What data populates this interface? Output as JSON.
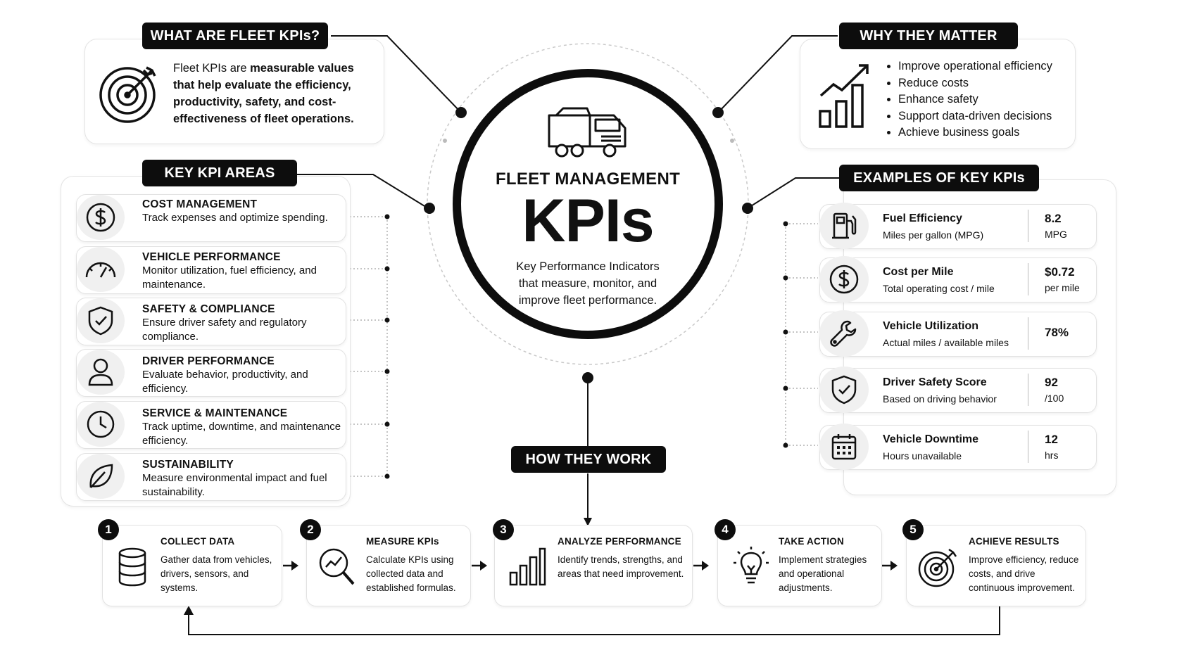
{
  "what": {
    "heading": "WHAT ARE FLEET KPIs?",
    "body_pre": "Fleet KPIs are ",
    "body_bold": "measurable values that help evaluate the efficiency, productivity, safety, and cost-effectiveness of fleet operations.",
    "icon": "target-icon"
  },
  "why": {
    "heading": "WHY THEY MATTER",
    "bullets": [
      "Improve operational efficiency",
      "Reduce costs",
      "Enhance safety",
      "Support data-driven decisions",
      "Achieve business goals"
    ],
    "icon": "growth-chart-icon"
  },
  "center": {
    "subtitle": "FLEET MANAGEMENT",
    "title": "KPIs",
    "description": "Key Performance Indicators that measure, monitor, and improve fleet performance.",
    "icon": "truck-icon"
  },
  "areas": {
    "heading": "KEY KPI AREAS",
    "items": [
      {
        "title": "COST MANAGEMENT",
        "desc": "Track expenses and optimize spending.",
        "icon": "dollar-icon"
      },
      {
        "title": "VEHICLE PERFORMANCE",
        "desc": "Monitor utilization, fuel efficiency, and maintenance.",
        "icon": "gauge-icon"
      },
      {
        "title": "SAFETY & COMPLIANCE",
        "desc": "Ensure driver safety and regulatory compliance.",
        "icon": "shield-check-icon"
      },
      {
        "title": "DRIVER PERFORMANCE",
        "desc": "Evaluate behavior, productivity, and efficiency.",
        "icon": "person-icon"
      },
      {
        "title": "SERVICE & MAINTENANCE",
        "desc": "Track uptime, downtime, and maintenance efficiency.",
        "icon": "clock-icon"
      },
      {
        "title": "SUSTAINABILITY",
        "desc": "Measure environmental impact and fuel sustainability.",
        "icon": "leaf-icon"
      }
    ]
  },
  "examples": {
    "heading": "EXAMPLES OF KEY KPIs",
    "items": [
      {
        "title": "Fuel Efficiency",
        "desc": "Miles per gallon (MPG)",
        "value": "8.2",
        "unit": "MPG",
        "icon": "fuel-pump-icon"
      },
      {
        "title": "Cost per Mile",
        "desc": "Total operating cost / mile",
        "value": "$0.72",
        "unit": "per mile",
        "icon": "dollar-icon"
      },
      {
        "title": "Vehicle Utilization",
        "desc": "Actual miles / available miles",
        "value": "78%",
        "unit": "",
        "icon": "wrench-icon"
      },
      {
        "title": "Driver Safety Score",
        "desc": "Based on driving behavior",
        "value": "92",
        "unit": "/100",
        "icon": "shield-check-icon"
      },
      {
        "title": "Vehicle Downtime",
        "desc": "Hours unavailable",
        "value": "12",
        "unit": "hrs",
        "icon": "calendar-icon"
      }
    ]
  },
  "how": {
    "heading": "HOW THEY WORK",
    "steps": [
      {
        "num": "1",
        "title": "COLLECT DATA",
        "desc": "Gather data from vehicles, drivers, sensors, and systems.",
        "icon": "database-icon"
      },
      {
        "num": "2",
        "title": "MEASURE KPIs",
        "desc": "Calculate KPIs using collected data and established formulas.",
        "icon": "magnifier-chart-icon"
      },
      {
        "num": "3",
        "title": "ANALYZE PERFORMANCE",
        "desc": "Identify trends, strengths, and areas that need improvement.",
        "icon": "bar-chart-icon"
      },
      {
        "num": "4",
        "title": "TAKE ACTION",
        "desc": "Implement strategies and operational adjustments.",
        "icon": "lightbulb-icon"
      },
      {
        "num": "5",
        "title": "ACHIEVE RESULTS",
        "desc": "Improve efficiency, reduce costs, and drive continuous improvement.",
        "icon": "target-icon"
      }
    ]
  }
}
